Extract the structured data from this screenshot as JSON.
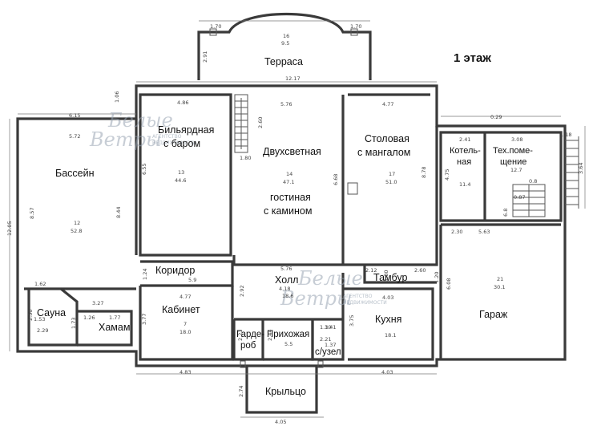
{
  "floor_label": "1 этаж",
  "rooms": {
    "terrace": "Терраса",
    "billiard_1": "Бильярдная",
    "billiard_2": "с баром",
    "pool": "Бассейн",
    "living_1": "Двухсветная",
    "living_2": "гостиная",
    "living_3": "с камином",
    "dining_1": "Столовая",
    "dining_2": "с мангалом",
    "boiler_1": "Котель-",
    "boiler_2": "ная",
    "tech_1": "Тех.поме-",
    "tech_2": "щение",
    "corridor": "Коридор",
    "hall": "Холл",
    "vestibule": "Тамбур",
    "garage": "Гараж",
    "sauna": "Сауна",
    "hammam": "Хамам",
    "office": "Кабинет",
    "wardrobe_1": "Гарде-",
    "wardrobe_2": "роб",
    "entrance": "Прихожая",
    "wc": "с/узел",
    "kitchen": "Кухня",
    "porch": "Крыльцо"
  },
  "dimensions": {
    "d01": "1.70",
    "d02": "16",
    "d03": "9.5",
    "d04": "1.70",
    "d05": "2.91",
    "d06": "12.17",
    "d07": "1.06",
    "d08": "4.86",
    "d09": "5.76",
    "d10": "4.77",
    "d11": "6.15",
    "d12": "5.72",
    "d13": "2.60",
    "d14": "1.80",
    "d15": "0.29",
    "d16": "2.41",
    "d17": "3.08",
    "d18": "1.18",
    "d19": "13",
    "d20": "44.6",
    "d21": "14",
    "d22": "47.1",
    "d23": "17",
    "d24": "51.0",
    "d25": "6.55",
    "d26": "6.68",
    "d27": "8.78",
    "d28": "4.75",
    "d29": "11.4",
    "d30": "12.7",
    "d31": "3.64",
    "d32": "12.05",
    "d33": "8.57",
    "d34": "8.44",
    "d35": "12",
    "d36": "52.8",
    "d37": "0.8",
    "d38": "0.87",
    "d39": "6.8",
    "d40": "2.30",
    "d41": "5.63",
    "d42": "1.24",
    "d43": "5.9",
    "d44": "5.76",
    "d45": "2.12",
    "d46": "2.60",
    "d47": "4.77",
    "d48": "1.62",
    "d49": "3.27",
    "d50": "1.77",
    "d51": "2.92",
    "d52": "4.18",
    "d53": "18.6",
    "d54": "1.80",
    "d55": "4.03",
    "d56": "1.20",
    "d57": "6.08",
    "d58": "21",
    "d59": "30.1",
    "d60": "2.50",
    "d61": "1.53",
    "d62": "1.26",
    "d63": "2.29",
    "d64": "1.73",
    "d65": "3.77",
    "d66": "7",
    "d67": "18.0",
    "d68": "1.30",
    "d69": "2.21",
    "d70": "2.44",
    "d71": "5.5",
    "d72": "2.21",
    "d73": "3.75",
    "d74": "18.1",
    "d75": "4.83",
    "d76": "4.03",
    "d77": "2.74",
    "d78": "4.05",
    "d79": "1.41",
    "d80": "1.37"
  },
  "watermark": {
    "logo_1": "Белые",
    "logo_2": "Ветры",
    "sub_1": "АГЕНТСТВО",
    "sub_2": "НЕДВИЖИМОСТИ"
  }
}
